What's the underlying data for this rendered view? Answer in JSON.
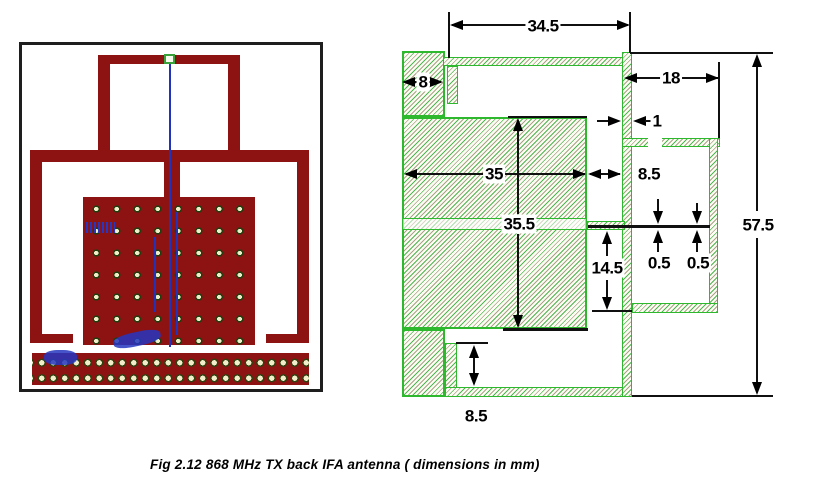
{
  "figure": {
    "caption": "Fig 2.12  868 MHz TX back IFA antenna ( dimensions in mm)"
  },
  "colors": {
    "copper_trace": "#8d1212",
    "silkscreen_blue": "#2233bb",
    "hatch_green": "#2db82d",
    "dimension_black": "#101010",
    "pad_fill": "#f2eecb"
  },
  "drawing": {
    "units": "mm",
    "dims": {
      "top_width": "34.5",
      "left_block_width": "8",
      "right_section_width": "18",
      "trace_width": "1",
      "ground_width": "35",
      "feed_gap": "8.5",
      "ground_height": "35.5",
      "right_inner_height": "14.5",
      "line_a": "0.5",
      "line_b": "0.5",
      "overall_height": "57.5",
      "stub_height": "8.5"
    }
  }
}
